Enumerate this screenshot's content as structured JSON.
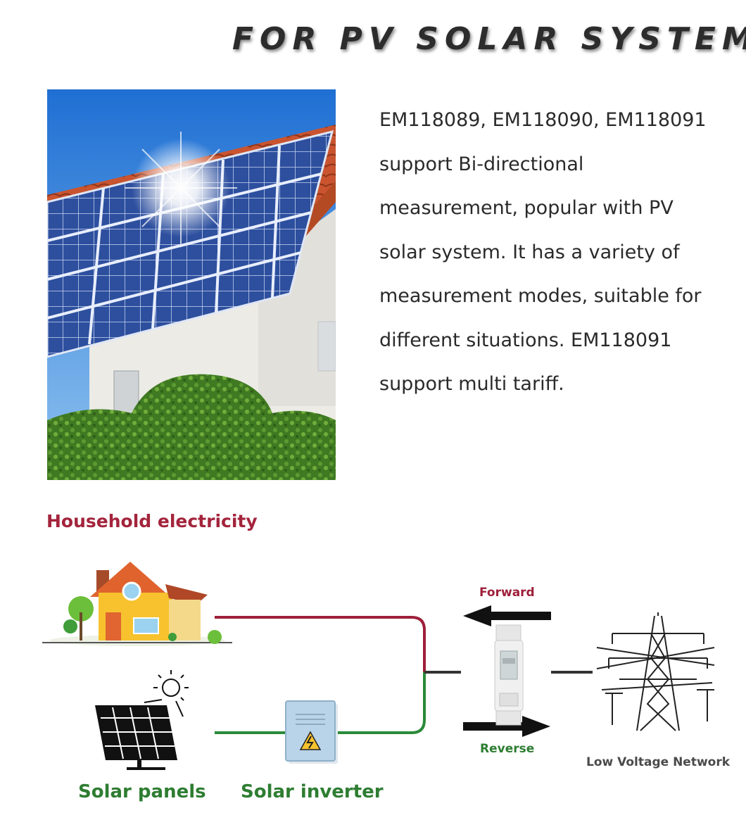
{
  "header": {
    "title": "FOR PV SOLAR SYSTEM"
  },
  "description": {
    "text": "EM118089, EM118090, EM118091 support Bi-directional measurement, popular with PV solar system. It has a variety of measurement modes, suitable for different situations. EM118091 support multi tariff."
  },
  "diagram": {
    "household_title": "Household electricity",
    "forward_label": "Forward",
    "reverse_label": "Reverse",
    "solar_panels_label": "Solar panels",
    "solar_inverter_label": "Solar inverter",
    "network_label": "Low Voltage Network"
  },
  "colors": {
    "household_red": "#a3243c",
    "solar_green": "#2e7d32",
    "house_yellow": "#f7c22e",
    "roof_orange": "#c7512e",
    "sky_blue": "#2b7fd8"
  }
}
